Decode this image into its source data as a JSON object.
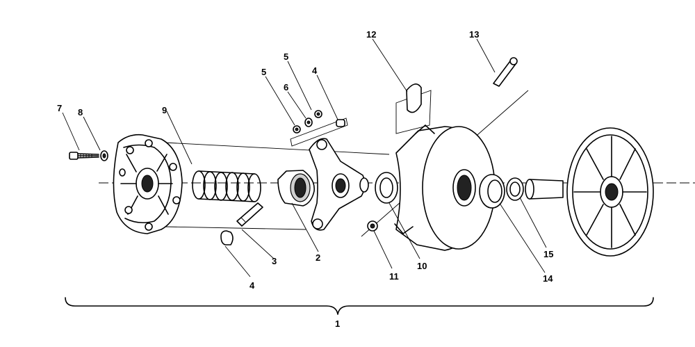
{
  "diagram": {
    "callouts": [
      {
        "id": "c1",
        "text": "1"
      },
      {
        "id": "c2",
        "text": "2"
      },
      {
        "id": "c3",
        "text": "3"
      },
      {
        "id": "c4a",
        "text": "4"
      },
      {
        "id": "c4b",
        "text": "4"
      },
      {
        "id": "c5a",
        "text": "5"
      },
      {
        "id": "c5b",
        "text": "5"
      },
      {
        "id": "c6",
        "text": "6"
      },
      {
        "id": "c7",
        "text": "7"
      },
      {
        "id": "c8",
        "text": "8"
      },
      {
        "id": "c9",
        "text": "9"
      },
      {
        "id": "c10",
        "text": "10"
      },
      {
        "id": "c11",
        "text": "11"
      },
      {
        "id": "c12",
        "text": "12"
      },
      {
        "id": "c13",
        "text": "13"
      },
      {
        "id": "c14",
        "text": "14"
      },
      {
        "id": "c15",
        "text": "15"
      }
    ]
  }
}
